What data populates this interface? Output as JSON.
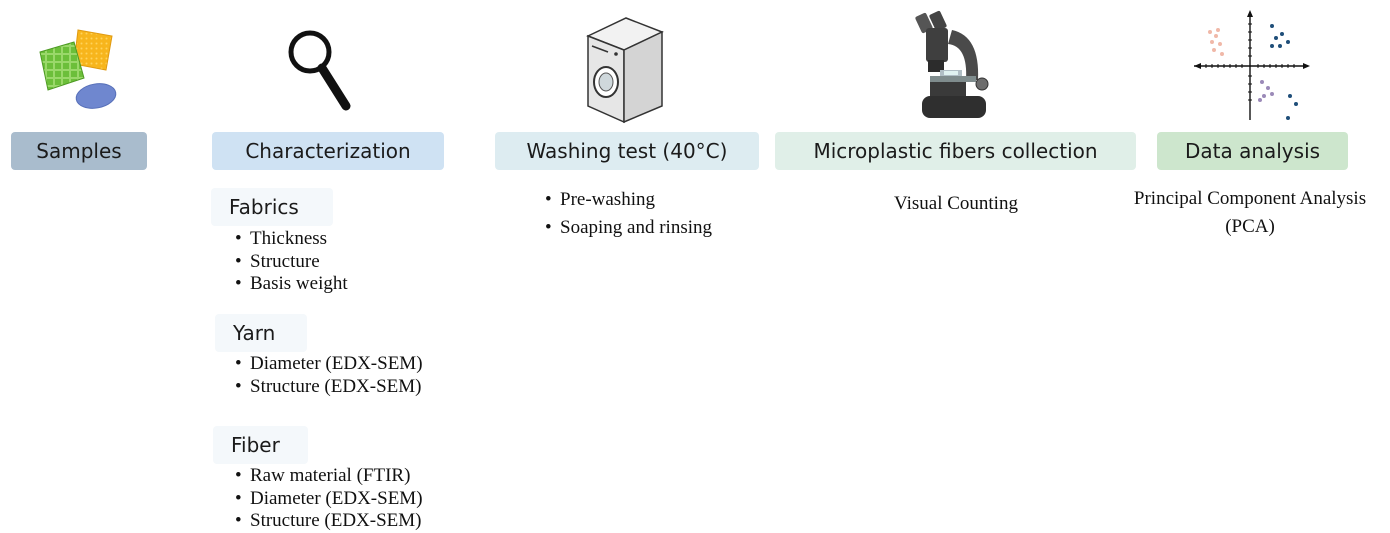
{
  "stages": {
    "samples": "Samples",
    "characterization": "Characterization",
    "washing": "Washing test (40°C)",
    "collection": "Microplastic fibers collection",
    "analysis": "Data analysis"
  },
  "characterization": {
    "fabrics": {
      "title": "Fabrics",
      "items": [
        "Thickness",
        "Structure",
        "Basis weight"
      ]
    },
    "yarn": {
      "title": "Yarn",
      "items": [
        "Diameter (EDX-SEM)",
        "Structure (EDX-SEM)"
      ]
    },
    "fiber": {
      "title": "Fiber",
      "items": [
        "Raw material (FTIR)",
        "Diameter (EDX-SEM)",
        "Structure (EDX-SEM)"
      ]
    }
  },
  "washing": {
    "items": [
      "Pre-washing",
      "Soaping and rinsing"
    ]
  },
  "collection": {
    "method": "Visual Counting"
  },
  "analysis": {
    "method_line1": "Principal Component Analysis",
    "method_line2": "(PCA)"
  },
  "colors": {
    "samples_pill": "#a9bccd",
    "characterization_pill": "#cfe2f3",
    "washing_pill": "#ddecf1",
    "collection_pill": "#e0efe8",
    "analysis_pill": "#cde6cd",
    "sub_pill": "#f4f8fb"
  },
  "icons": {
    "samples": "fabric-swatches-icon",
    "characterization": "magnifying-glass-icon",
    "washing": "washing-machine-icon",
    "collection": "microscope-icon",
    "analysis": "pca-scatter-icon"
  }
}
